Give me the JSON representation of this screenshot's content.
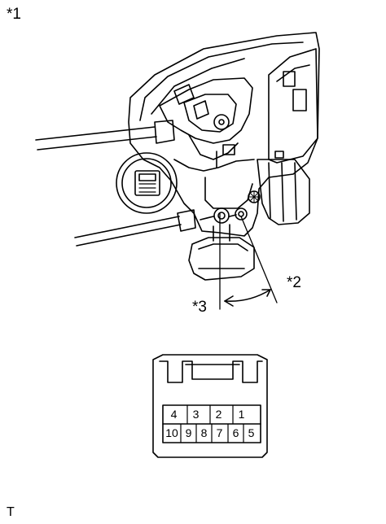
{
  "labels": {
    "figure_marker": "*1",
    "callout_2": "*2",
    "callout_3": "*3",
    "footer_mark": "T"
  },
  "connector": {
    "top_row": [
      "4",
      "3",
      "2",
      "1"
    ],
    "bottom_row": [
      "10",
      "9",
      "8",
      "7",
      "6",
      "5"
    ]
  }
}
